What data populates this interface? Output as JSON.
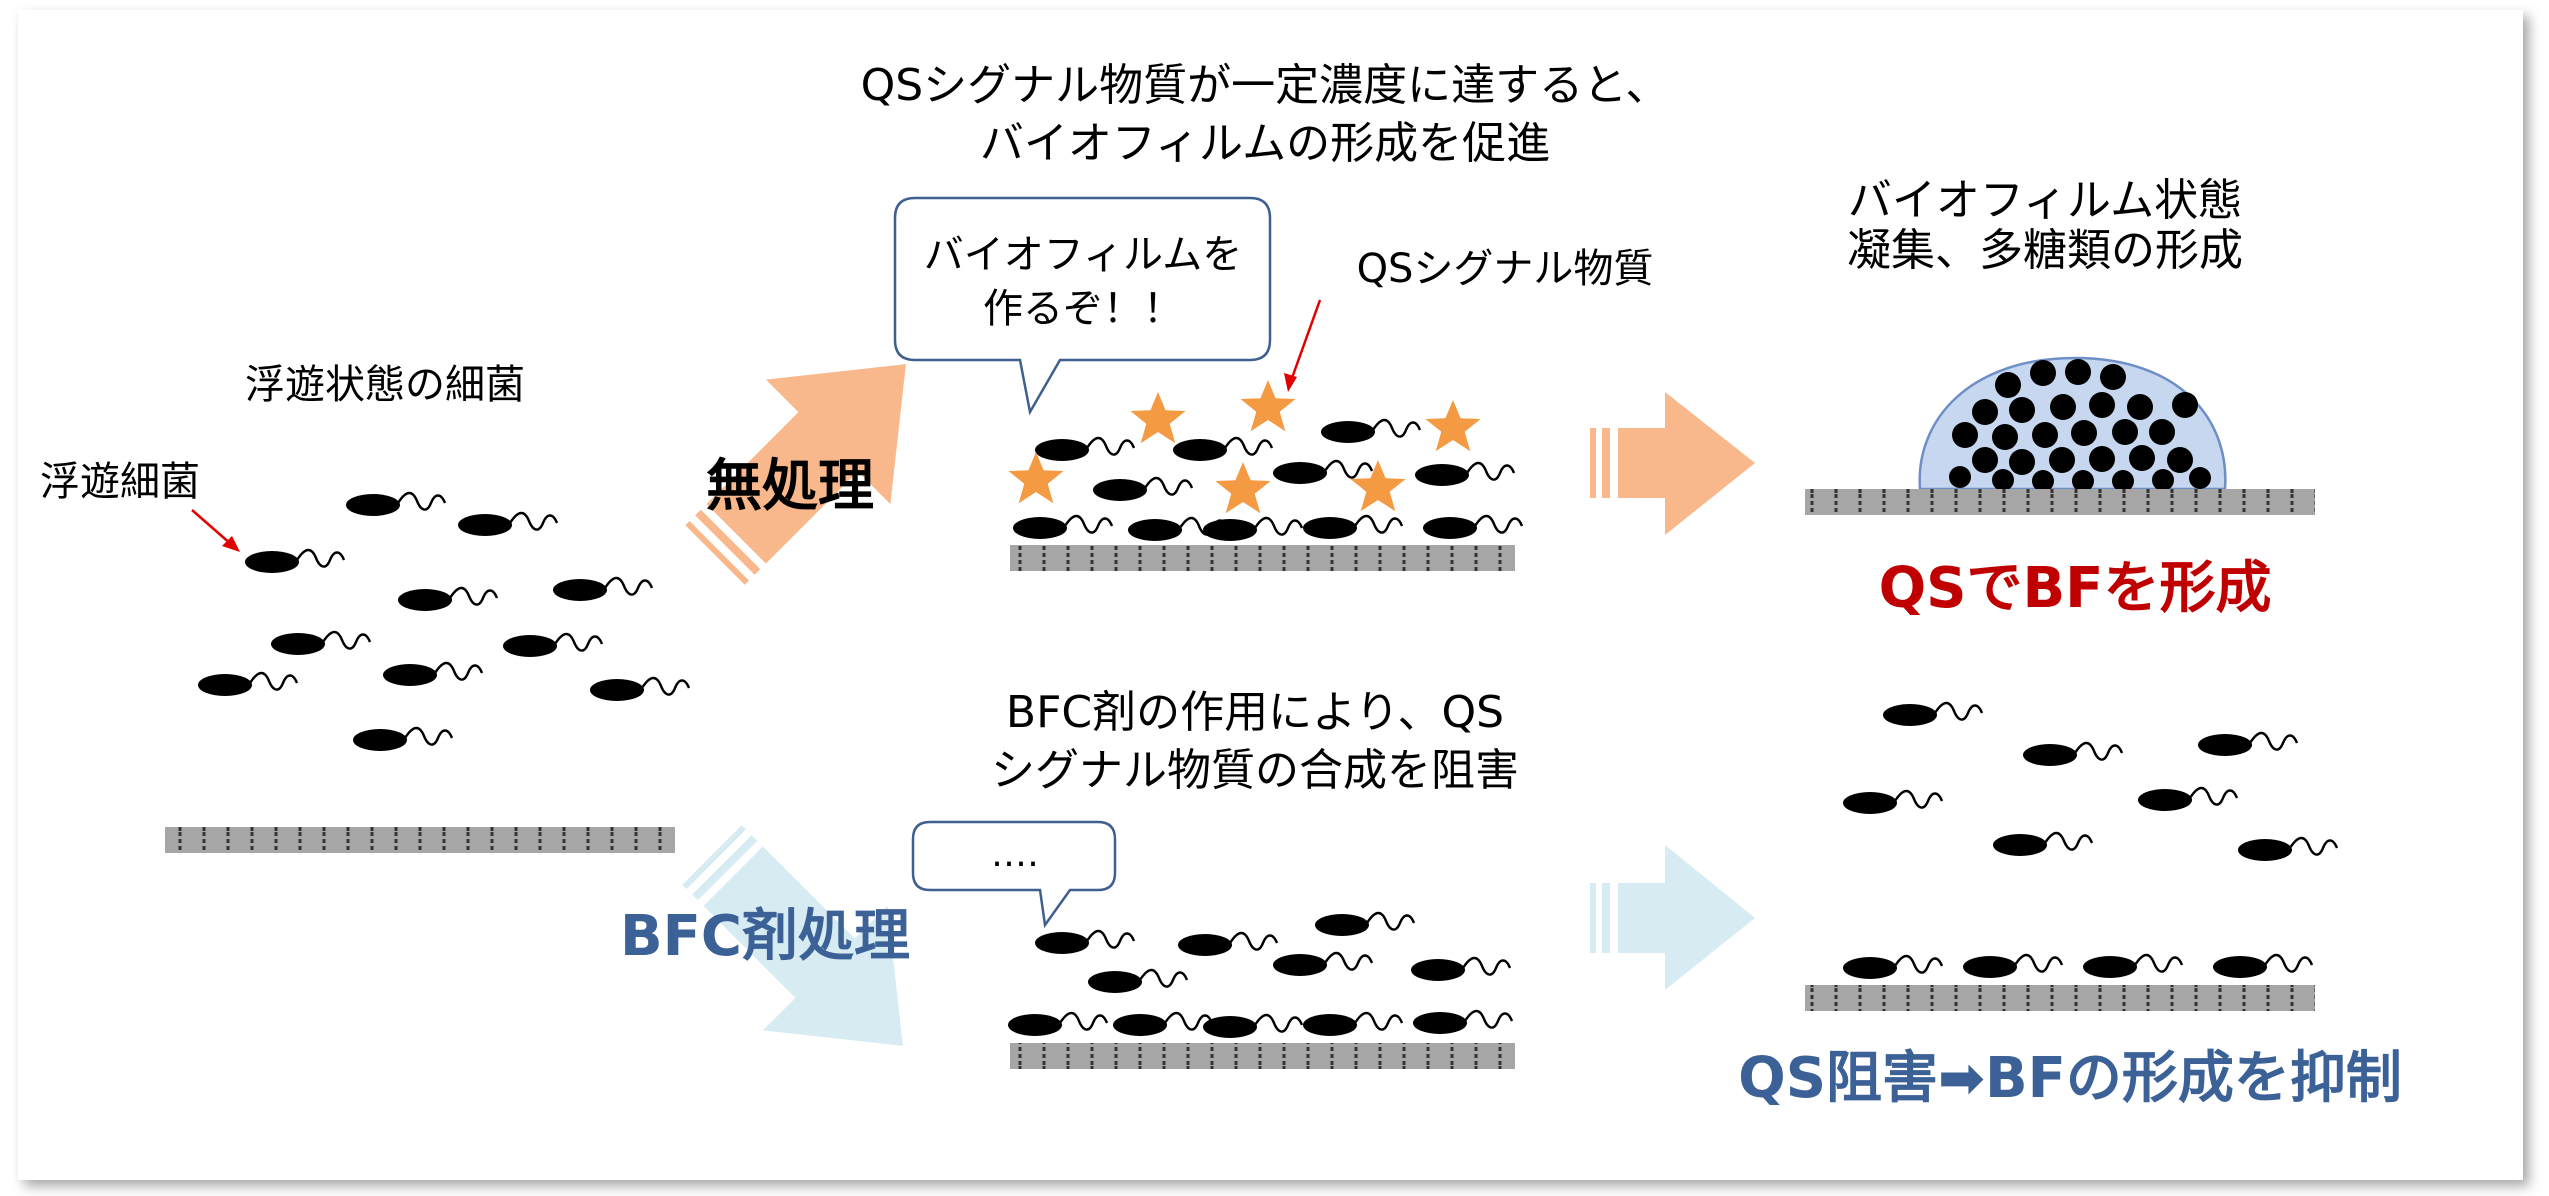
{
  "texts": {
    "planktonic_state": "浮遊状態の細菌",
    "planktonic_bacteria": "浮遊細菌",
    "untreated": "無処理",
    "bfc_treatment": "BFC剤処理",
    "qs_promote_line1": "QSシグナル物質が一定濃度に達すると、",
    "qs_promote_line2": "バイオフィルムの形成を促進",
    "bubble_top_line1": "バイオフィルムを",
    "bubble_top_line2": "作るぞ！！",
    "qs_signal": "QSシグナル物質",
    "biofilm_state_line1": "バイオフィルム状態",
    "biofilm_state_line2": "凝集、多糖類の形成",
    "result_qs_bf": "QSでBFを形成",
    "bfc_action_line1": "BFC剤の作用により、QS",
    "bfc_action_line2": "シグナル物質の合成を阻害",
    "bubble_bottom": "‥‥",
    "result_inhibit": "QS阻害➡BFの形成を抑制"
  },
  "colors": {
    "orange_arrow": "#F8B88B",
    "blue_arrow": "#D7EBF2",
    "star": "#F39A43",
    "red_result": "#C00000",
    "blue_result": "#3B6197",
    "biofilm_fill": "#C7D7F0",
    "biofilm_stroke": "#6E8FC6",
    "bubble_stroke": "#3F5F8F",
    "surface": "#A6A6A6"
  },
  "icons": {
    "bacterium": "bacterium-icon",
    "star": "qs-signal-star-icon",
    "surface": "surface-icon"
  }
}
